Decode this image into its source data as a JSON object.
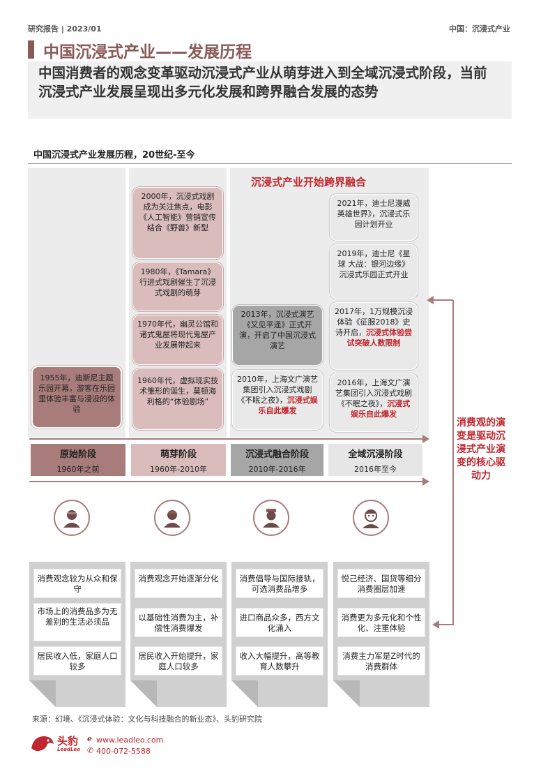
{
  "header": {
    "left": "研究报告 | 2023/01",
    "right": "中国：沉浸式产业"
  },
  "title": "中国沉浸式产业——发展历程",
  "subtitle": "中国消费者的观念变革驱动沉浸式产业从萌芽进入到全域沉浸式阶段，当前沉浸式产业发展呈现出多元化发展和跨界融合发展的态势",
  "chart_title": "中国沉浸式产业发展历程，20世纪-至今",
  "red_heading": "沉浸式产业开始跨界融合",
  "events": {
    "c1_1955": "1955年，迪斯尼主题乐园开幕，游客在乐园里体验丰富与浸没的体验",
    "c2_2000": "2000年，沉浸式戏剧 成为关注焦点，电影《人工智能》营销宣传结合《野兽》新型",
    "c2_1980": "1980年，《Tamara》行进式戏剧催生了沉浸式戏剧的萌芽",
    "c2_1970": "1970年代，幽灵公馆和诸式鬼屋将现代鬼屋产业发展带起来",
    "c2_1960": "1960年代，虚拟现实技术雏形的诞生，莫顿海利格的“体验剧场”",
    "c3_2013": "2013年，沉浸式演艺《又见平遥》正式开演，开启了中国沉浸式演艺",
    "c3_2010_a": "2010年，上海文广演艺集团引入沉浸式戏剧《不眠之夜》，",
    "c3_2010_b": "沉浸式娱乐自此爆发",
    "c4_2021": "2021年，迪士尼漫威英雄世界》，沉浸式乐园计划开业",
    "c4_2019": "2019年，迪士尼《星球 大战：银河边缘》沉浸式乐园正式开业",
    "c4_2017_a": "2017年，1万规模沉浸体验《征服2018》史诗开启，",
    "c4_2017_b": "沉浸式体验尝试突破人数限制",
    "c4_2016_a": "2016年，上海文广演艺集团引入沉浸式戏剧《不眠之夜》，",
    "c4_2016_b": "沉浸式娱乐自此爆发"
  },
  "stages": [
    {
      "name": "原始阶段",
      "years": "1960年之前"
    },
    {
      "name": "萌芽阶段",
      "years": "1960年-2010年"
    },
    {
      "name": "沉浸式融合阶段",
      "years": "2010年-2016年"
    },
    {
      "name": "全域沉浸阶段",
      "years": "2016年至今"
    }
  ],
  "icons": [
    "elder-person-icon",
    "middle-age-person-icon",
    "young-person-icon",
    "gen-z-person-icon"
  ],
  "panels": [
    [
      "消费观念较为从众和保守",
      "市场上的消费品多为无差别的生活必须品",
      "居民收入低，家庭人口较多"
    ],
    [
      "消费观念开始逐渐分化",
      "以基础性消费为主，补偿性消费爆发",
      "居民收入开始提升，家庭人口较多"
    ],
    [
      "消费倡导与国际接轨，可选消费品增多",
      "进口商品众多，西方文化涌入",
      "收入大幅提升，高等教育人数攀升"
    ],
    [
      "悦己经济、国货等细分消费圈层加速",
      "消费更为多元化和个性化、注重体验",
      "消费主力军是Z时代的消费群体"
    ]
  ],
  "side_text": "消费观的演变是驱动沉浸式产业演变的核心驱动力",
  "footer": {
    "source": "来源：幻境、《沉浸式体验：文化与科技融合的新业态》、头豹研究院",
    "logo": "头豹",
    "logo_sub": "LeadLeo",
    "website": "www.leadleo.com",
    "phone": "400-072-5588"
  },
  "colors": {
    "brand": "#8a5a57",
    "accent_red": "#c0262d",
    "rose": "#d9bcbb",
    "gray": "#a6a6a6"
  }
}
